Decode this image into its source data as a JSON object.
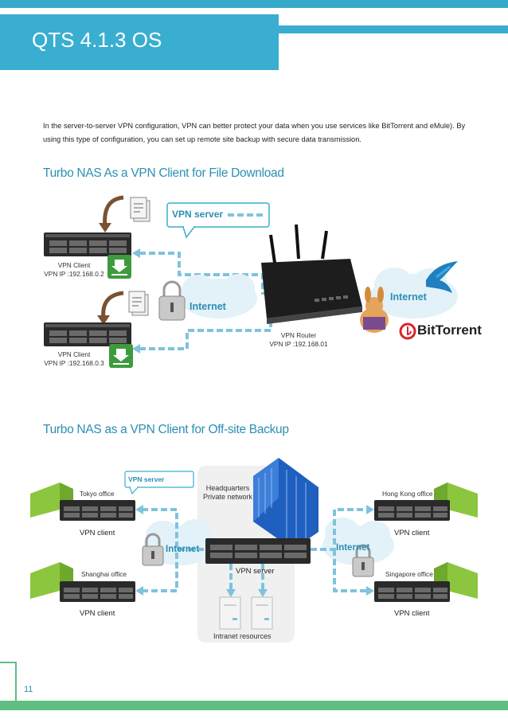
{
  "header": {
    "title": "QTS 4.1.3 OS"
  },
  "intro": "In the server-to-server VPN configuration, VPN can better protect your data when you use services like BitTorrent and eMule). By using this type of configuration, you can set up remote site backup with secure data transmission.",
  "section1": {
    "title": "Turbo NAS As a VPN Client for File Download",
    "vpn_server_label": "VPN server",
    "client1": {
      "line1": "VPN Client",
      "line2": "VPN IP :192.168.0.2"
    },
    "client2": {
      "line1": "VPN Client",
      "line2": "VPN IP :192.168.0.3"
    },
    "internet_left": "Internet",
    "internet_right": "Internet",
    "router": {
      "line1": "VPN Router",
      "line2": "VPN IP :192.168.01"
    },
    "bittorrent": "BitTorrent"
  },
  "section2": {
    "title": "Turbo NAS as a VPN Client for Off-site Backup",
    "vpn_server_tag": "VPN server",
    "hq": {
      "line1": "Headquarters",
      "line2": "Private network"
    },
    "tokyo": "Tokyo office",
    "hongkong": "Hong Kong office",
    "shanghai": "Shanghai office",
    "singapore": "Singapore office",
    "vpn_client": "VPN client",
    "internet": "Internet",
    "vpn_server": "VPN server",
    "intranet": "Intranet resources"
  },
  "page_number": "11"
}
